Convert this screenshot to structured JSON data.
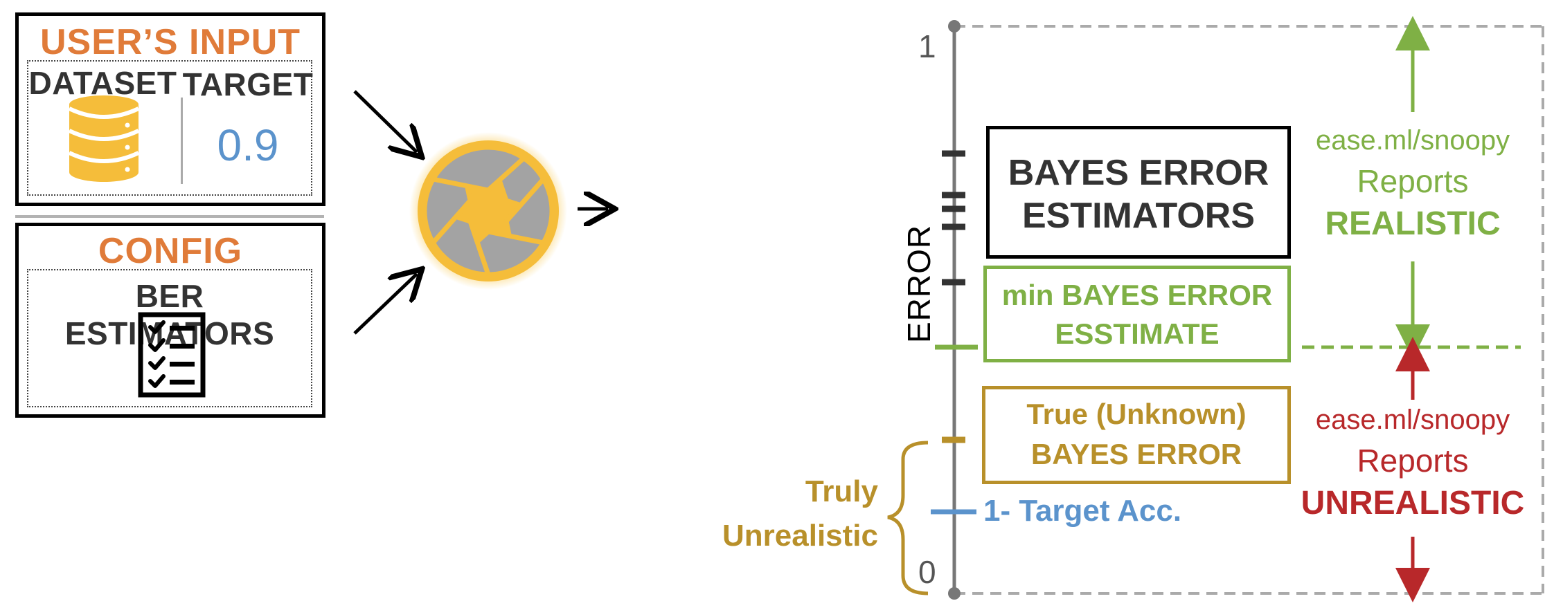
{
  "input_panel": {
    "title": "USER’S INPUT",
    "dataset_label": "DATASET",
    "target_label": "TARGET",
    "target_value": "0.9"
  },
  "config_panel": {
    "title": "CONFIG",
    "estimators_label": "BER ESTIMATORS"
  },
  "axis": {
    "top_label": "1",
    "bottom_label": "0",
    "title": "ERROR"
  },
  "boxes": {
    "bayes_estimators": [
      "BAYES ERROR",
      "ESTIMATORS"
    ],
    "min_estimate": [
      "min BAYES ERROR",
      "ESSTIMATE"
    ],
    "true_error": [
      "True (Unknown)",
      "BAYES ERROR"
    ]
  },
  "target_marker": "1- Target Acc.",
  "truly_unrealistic": [
    "Truly",
    "Unrealistic"
  ],
  "realistic_report": {
    "name": "ease.ml/snoopy",
    "verb": "Reports",
    "verdict": "REALISTIC"
  },
  "unrealistic_report": {
    "name": "ease.ml/snoopy",
    "verb": "Reports",
    "verdict": "UNREALISTIC"
  },
  "colors": {
    "orange": "#e07b39",
    "green": "#7fb045",
    "gold": "#b8902a",
    "blue": "#5b93cc",
    "red": "#b8282a",
    "yellow": "#f5bd3a",
    "gray": "#a3a3a3",
    "dark": "#333333"
  }
}
